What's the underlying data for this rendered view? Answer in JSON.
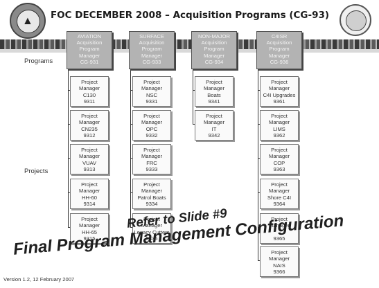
{
  "title": "FOC DECEMBER 2008 – Acquisition Programs (CG-93)",
  "row_labels": {
    "programs": "Programs",
    "projects": "Projects"
  },
  "programs": [
    {
      "lines": [
        "AVIATION",
        "Acquisition",
        "Program",
        "Manager",
        "CG-931"
      ]
    },
    {
      "lines": [
        "SURFACE",
        "Acquisition",
        "Program",
        "Manager",
        "CG-933"
      ]
    },
    {
      "lines": [
        "NON-MAJOR",
        "Acquisition",
        "Program",
        "Manager",
        "CG-934"
      ]
    },
    {
      "lines": [
        "C4ISR",
        "Acquisition",
        "Program",
        "Manager",
        "CG-936"
      ]
    }
  ],
  "projects": [
    [
      {
        "lines": [
          "Project",
          "Manager",
          "C130",
          "9311"
        ]
      },
      {
        "lines": [
          "Project",
          "Manager",
          "CN235",
          "9312"
        ]
      },
      {
        "lines": [
          "Project",
          "Manager",
          "VUAV",
          "9313"
        ]
      },
      {
        "lines": [
          "Project",
          "Manager",
          "HH-60",
          "9314"
        ]
      },
      {
        "lines": [
          "Project",
          "Manager",
          "HH-65",
          "9315"
        ]
      }
    ],
    [
      {
        "lines": [
          "Project",
          "Manager",
          "NSC",
          "9331"
        ]
      },
      {
        "lines": [
          "Project",
          "Manager",
          "OPC",
          "9332"
        ]
      },
      {
        "lines": [
          "Project",
          "Manager",
          "FRC",
          "9333"
        ]
      },
      {
        "lines": [
          "Project",
          "Manager",
          "Patrol Boats",
          "9334"
        ]
      },
      {
        "lines": [
          "Project",
          "Manager",
          "Legacy Cutters",
          "9335"
        ]
      }
    ],
    [
      {
        "lines": [
          "Project",
          "Manager",
          "Boats",
          "9341"
        ]
      },
      {
        "lines": [
          "Project",
          "Manager",
          "IT",
          "9342"
        ]
      }
    ],
    [
      {
        "lines": [
          "Project",
          "Manager",
          "C4I Upgrades",
          "9361"
        ]
      },
      {
        "lines": [
          "Project",
          "Manager",
          "LIMS",
          "9362"
        ]
      },
      {
        "lines": [
          "Project",
          "Manager",
          "COP",
          "9363"
        ]
      },
      {
        "lines": [
          "Project",
          "Manager",
          "Shore C4I",
          "9364"
        ]
      },
      {
        "lines": [
          "Project",
          "Manager",
          "",
          "9365"
        ]
      },
      {
        "lines": [
          "Project",
          "Manager",
          "NAIS",
          "9366"
        ]
      }
    ]
  ],
  "overlay": {
    "line1": "Refer to Slide #9",
    "line2": "Final Program Management Configuration"
  },
  "footer": {
    "version": "Version 1.2, 12 February 2007"
  }
}
